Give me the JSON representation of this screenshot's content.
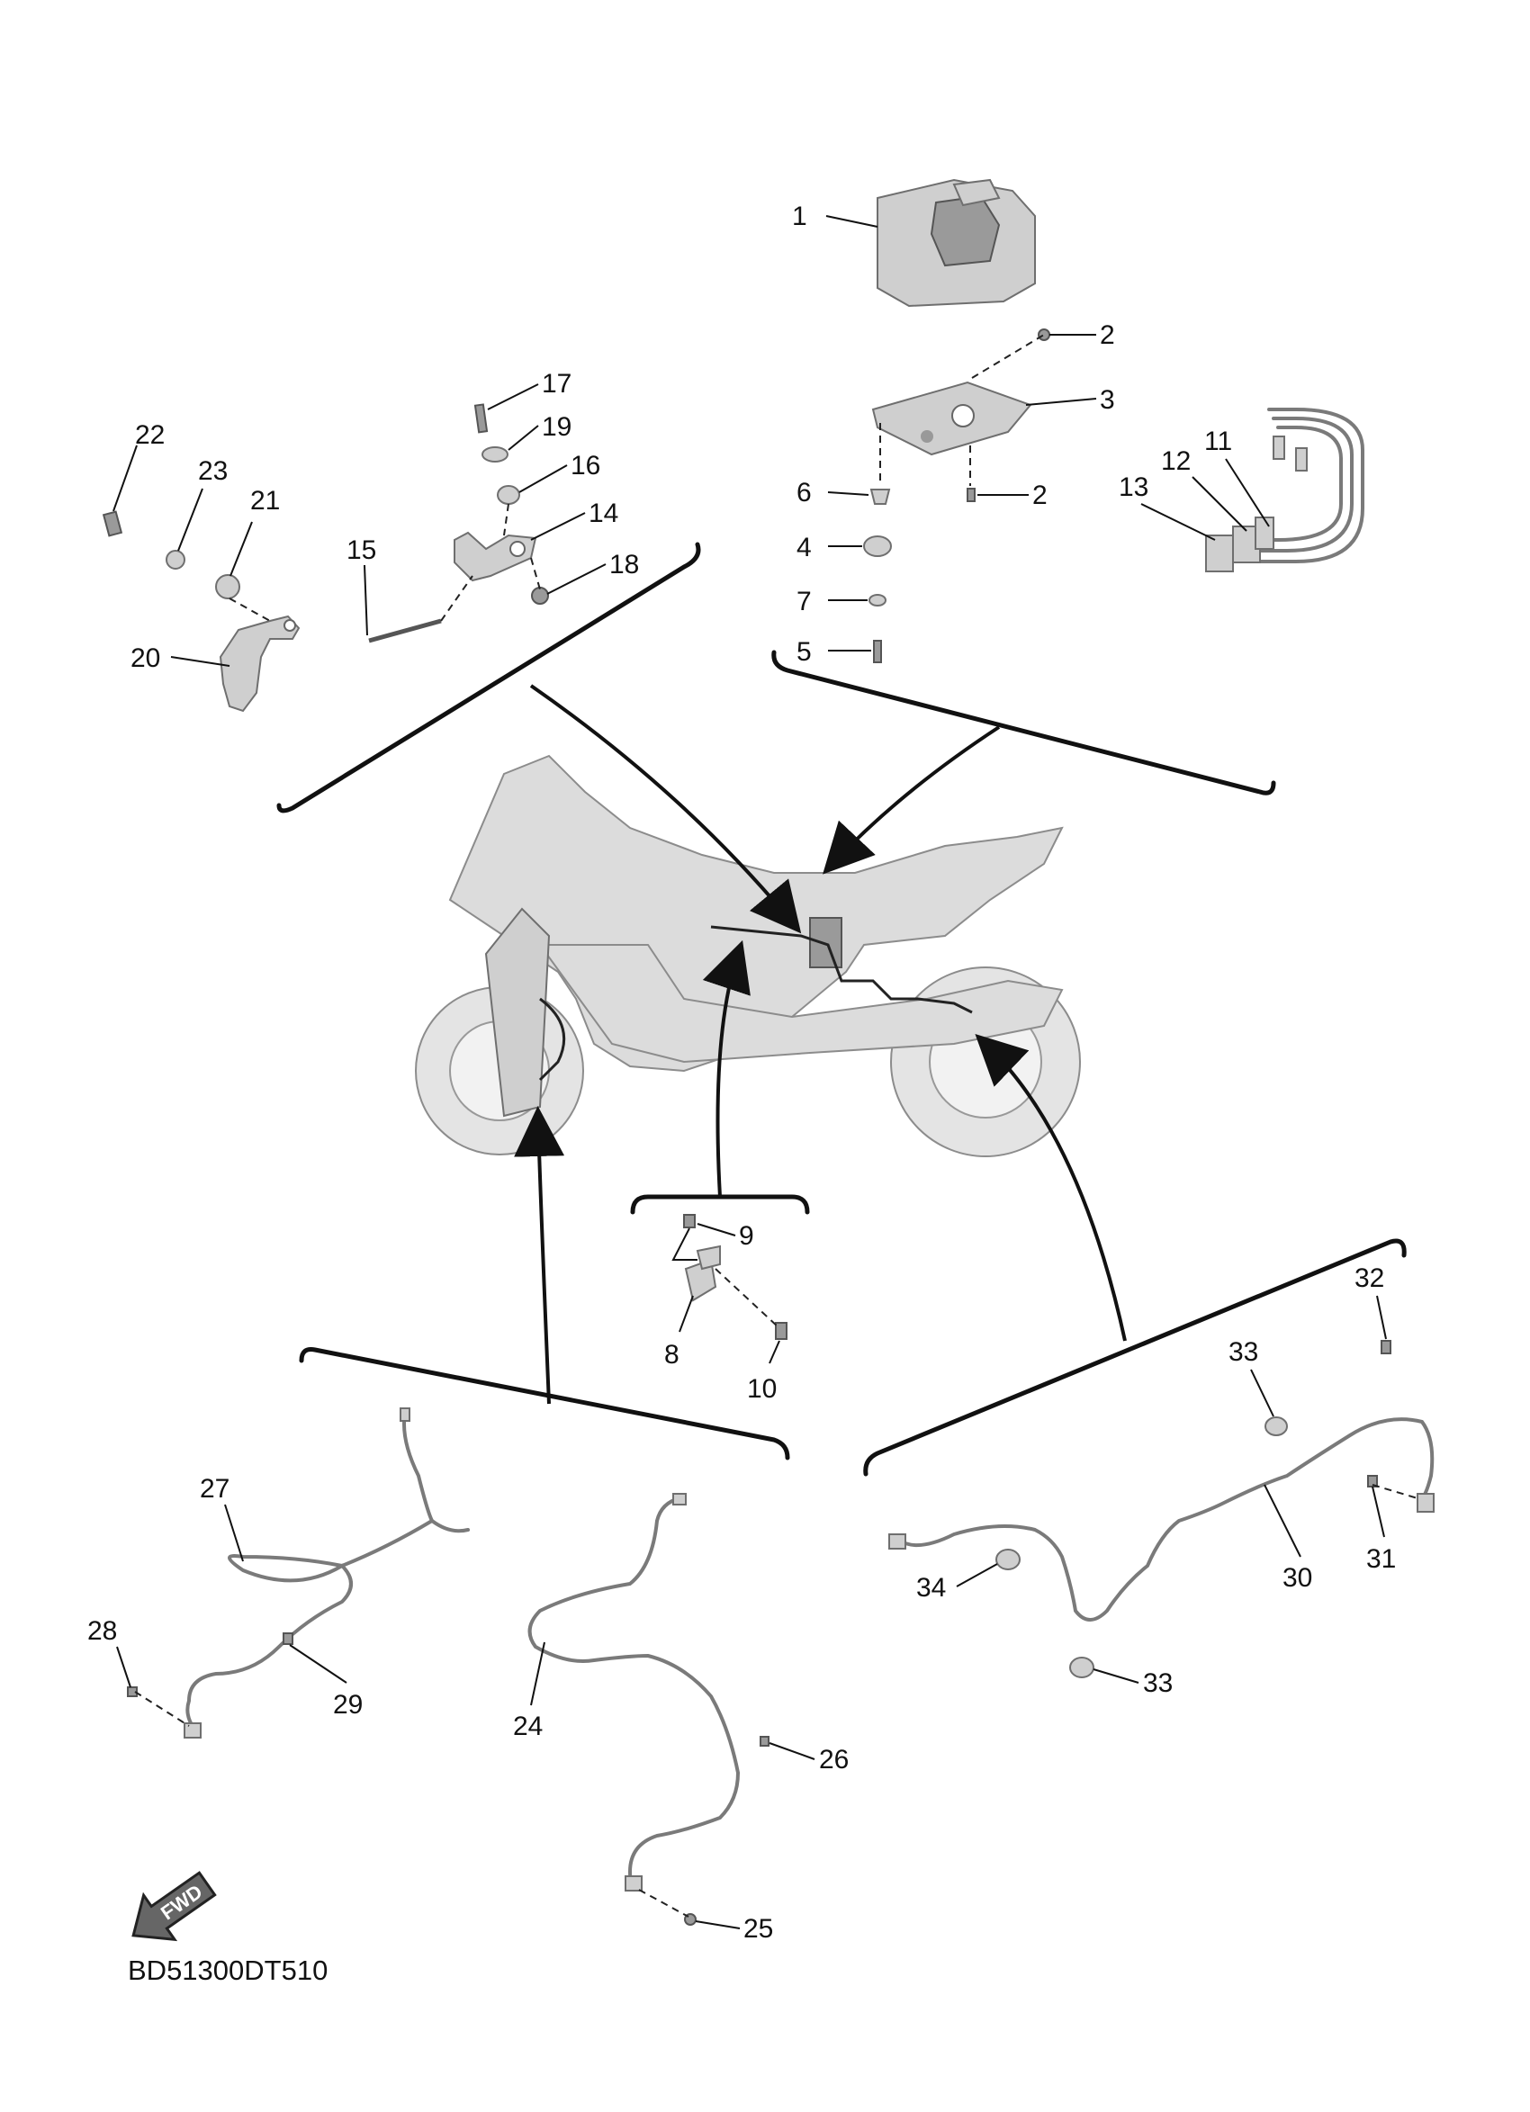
{
  "diagram": {
    "drawing_code": "BD51300DT510",
    "fwd_arrow_text": "FWD",
    "callouts": [
      "1",
      "2",
      "3",
      "2",
      "6",
      "4",
      "7",
      "5",
      "11",
      "12",
      "13",
      "17",
      "19",
      "16",
      "14",
      "18",
      "15",
      "22",
      "23",
      "21",
      "20",
      "9",
      "8",
      "10",
      "27",
      "28",
      "29",
      "24",
      "26",
      "25",
      "32",
      "33",
      "30",
      "31",
      "34",
      "33"
    ]
  }
}
